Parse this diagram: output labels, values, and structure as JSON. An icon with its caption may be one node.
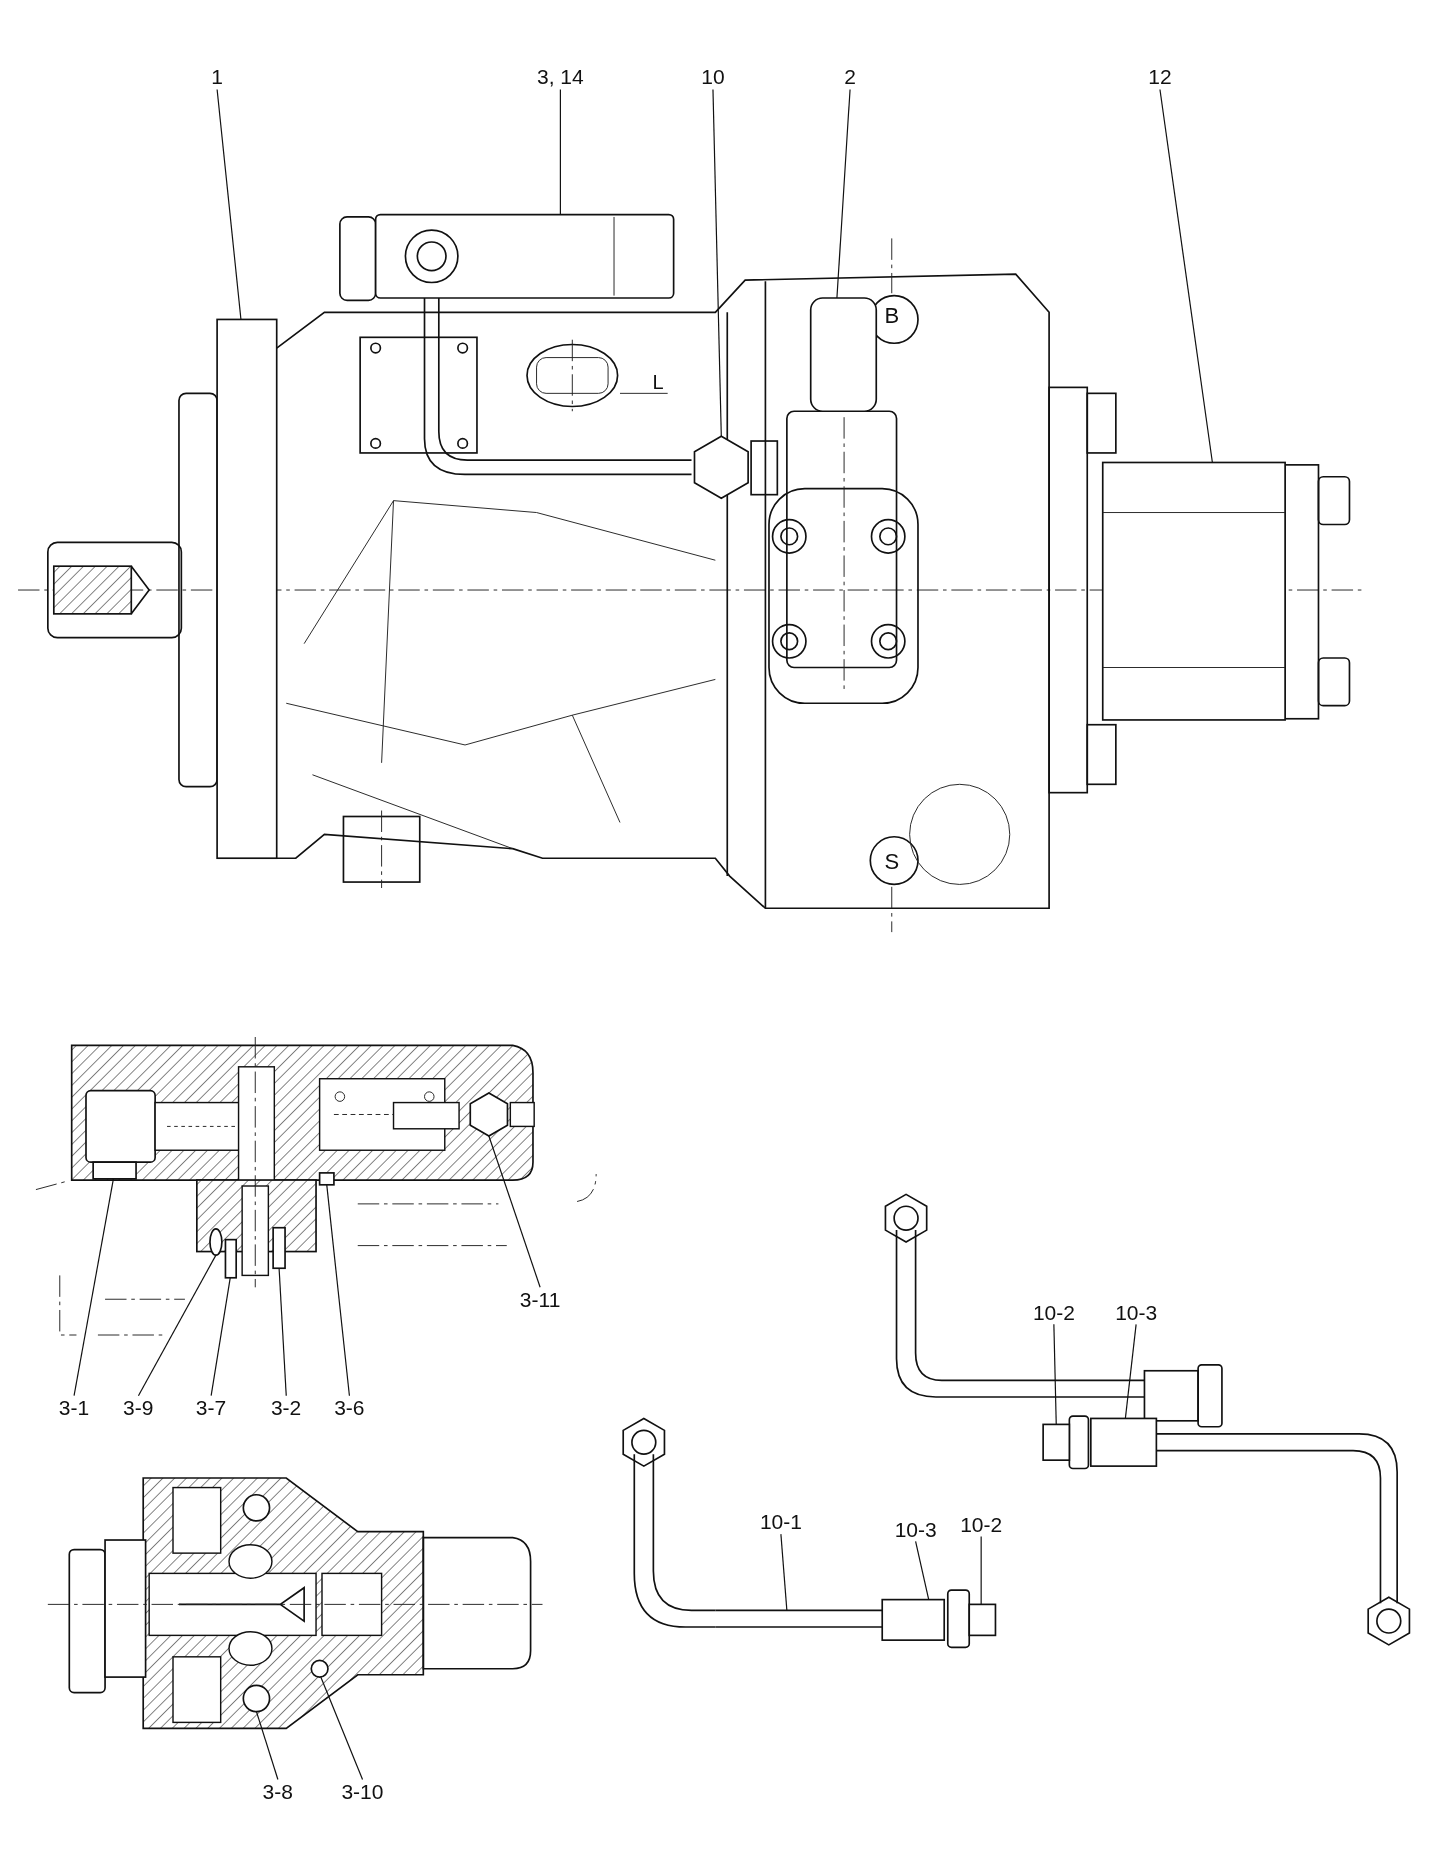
{
  "diagram": {
    "nodes": [
      {
        "text": [
          "1"
        ]
      },
      {
        "text": [
          "3, 14"
        ]
      },
      {
        "text": [
          "10"
        ]
      },
      {
        "text": [
          "2"
        ]
      },
      {
        "text": [
          "12"
        ]
      },
      {
        "text": [
          "3-11"
        ]
      },
      {
        "text": [
          "3-1"
        ]
      },
      {
        "text": [
          "3-9"
        ]
      },
      {
        "text": [
          "3-7"
        ]
      },
      {
        "text": [
          "3-2"
        ]
      },
      {
        "text": [
          "3-6"
        ]
      },
      {
        "text": [
          "10-2"
        ]
      },
      {
        "text": [
          "10-3"
        ]
      },
      {
        "text": [
          "10-1"
        ]
      },
      {
        "text": [
          "10-3"
        ]
      },
      {
        "text": [
          "10-2"
        ]
      },
      {
        "text": [
          "3-8"
        ]
      },
      {
        "text": [
          "3-10"
        ]
      },
      {
        "text": [],
        "shape": "box"
      },
      {
        "text": [],
        "shape": "box"
      },
      {
        "text": [],
        "shape": "hexagon"
      },
      {
        "text": [],
        "shape": "box"
      },
      {
        "text": [],
        "shape": "box"
      },
      {
        "text": [],
        "shape": "hexagon"
      },
      {
        "text": [],
        "shape": "box"
      },
      {
        "text": [],
        "shape": "ellipse"
      },
      {
        "text": [],
        "shape": "box"
      },
      {
        "text": [],
        "shape": "box"
      },
      {
        "text": [],
        "shape": "box"
      },
      {
        "text": [],
        "shape": "circle"
      },
      {
        "text": [],
        "shape": "circle"
      },
      {
        "text": [],
        "shape": "box"
      },
      {
        "text": [],
        "shape": "box"
      },
      {
        "text": [],
        "shape": "pipe"
      },
      {
        "text": [],
        "shape": "box"
      },
      {
        "text": [],
        "shape": "box"
      }
    ],
    "edges": [
      {
        "from": 0,
        "to": 18,
        "arrow": "none"
      },
      {
        "from": 1,
        "to": 19,
        "arrow": "none"
      },
      {
        "from": 2,
        "to": 20,
        "arrow": "none"
      },
      {
        "from": 3,
        "to": 21,
        "arrow": "none"
      },
      {
        "from": 4,
        "to": 22,
        "arrow": "none"
      },
      {
        "from": 5,
        "to": 23,
        "arrow": "none"
      },
      {
        "from": 6,
        "to": 24,
        "arrow": "none"
      },
      {
        "from": 7,
        "to": 25,
        "arrow": "none"
      },
      {
        "from": 8,
        "to": 26,
        "arrow": "none"
      },
      {
        "from": 9,
        "to": 27,
        "arrow": "none"
      },
      {
        "from": 10,
        "to": 28,
        "arrow": "none"
      },
      {
        "from": 11,
        "to": 31,
        "arrow": "none"
      },
      {
        "from": 12,
        "to": 32,
        "arrow": "none"
      },
      {
        "from": 13,
        "to": 33,
        "arrow": "none"
      },
      {
        "from": 14,
        "to": 34,
        "arrow": "none"
      },
      {
        "from": 15,
        "to": 35,
        "arrow": "none"
      },
      {
        "from": 16,
        "to": 29,
        "arrow": "none"
      },
      {
        "from": 17,
        "to": 30,
        "arrow": "none"
      }
    ],
    "labels": [
      "B",
      "L",
      "S"
    ]
  }
}
